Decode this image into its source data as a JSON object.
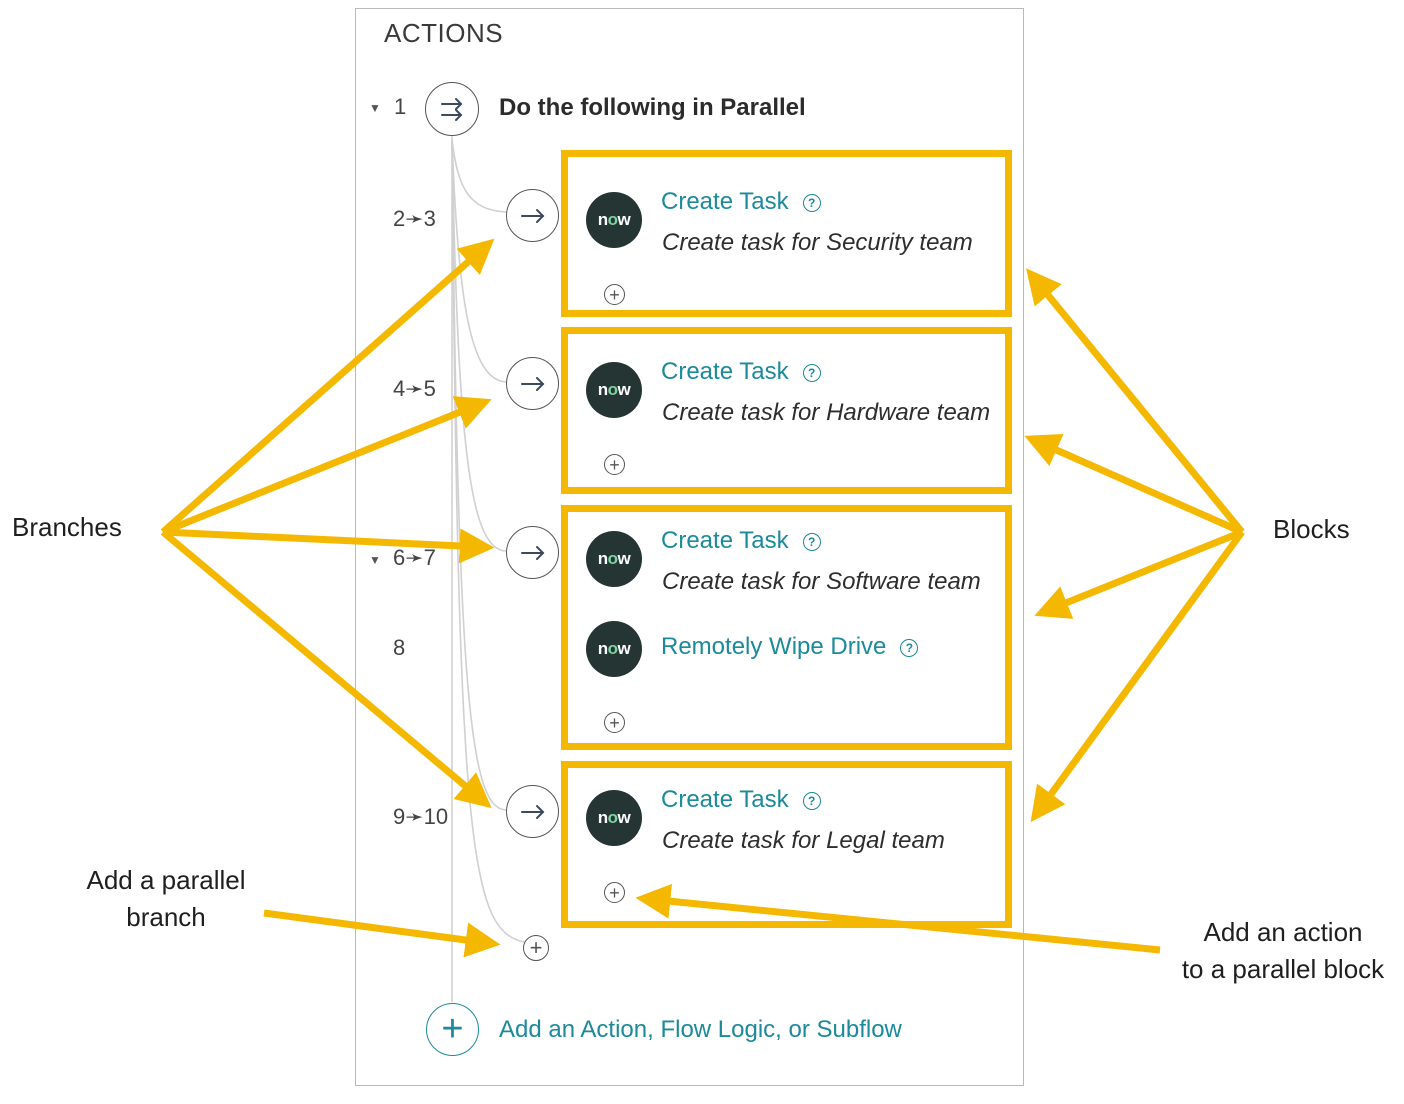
{
  "panel": {
    "header": "ACTIONS",
    "parallel_step": {
      "number": "1",
      "title": "Do the following in Parallel"
    },
    "branches": [
      {
        "step_label": "2➛3",
        "actions": [
          {
            "title": "Create Task",
            "description": "Create task for Security team",
            "logo": "now",
            "step_label": ""
          }
        ]
      },
      {
        "step_label": "4➛5",
        "actions": [
          {
            "title": "Create Task",
            "description": "Create task for Hardware team",
            "logo": "now",
            "step_label": ""
          }
        ]
      },
      {
        "step_label": "6➛7",
        "actions": [
          {
            "title": "Create Task",
            "description": "Create task for Software team",
            "logo": "now",
            "step_label": ""
          },
          {
            "title": "Remotely Wipe Drive",
            "description": "",
            "logo": "now",
            "step_label": "8"
          }
        ]
      },
      {
        "step_label": "9➛10",
        "actions": [
          {
            "title": "Create Task",
            "description": "Create task for Legal team",
            "logo": "now",
            "step_label": ""
          }
        ]
      }
    ],
    "add_action_label": "Add an Action, Flow Logic, or Subflow"
  },
  "callouts": {
    "branches": "Branches",
    "blocks": "Blocks",
    "add_parallel_branch_line1": "Add a parallel",
    "add_parallel_branch_line2": "branch",
    "add_action_block_line1": "Add an action",
    "add_action_block_line2": "to a parallel block"
  },
  "colors": {
    "highlight": "#f5b800",
    "link": "#1b8a9a",
    "logo_bg": "#253534"
  },
  "icons": {
    "parallel": "parallel-arrows-icon",
    "branch": "arrow-right-icon",
    "add": "plus-circle-icon",
    "help": "help-icon",
    "logo": "now-logo-icon",
    "caret": "caret-down-icon"
  }
}
